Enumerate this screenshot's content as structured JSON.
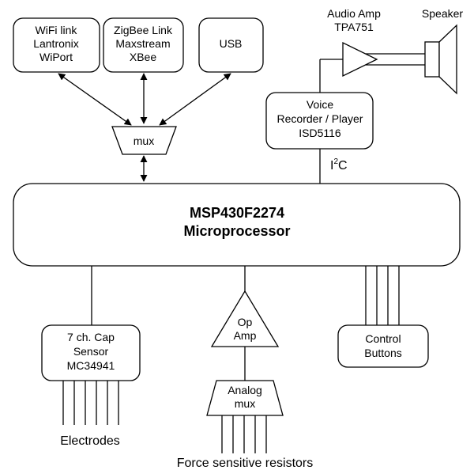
{
  "blocks": {
    "wifi": [
      "WiFi link",
      "Lantronix",
      "WiPort"
    ],
    "zigbee": [
      "ZigBee Link",
      "Maxstream",
      "XBee"
    ],
    "usb": [
      "USB"
    ],
    "mux": [
      "mux"
    ],
    "voice": [
      "Voice",
      "Recorder / Player",
      "ISD5116"
    ],
    "audio_amp": [
      "Audio Amp",
      "TPA751"
    ],
    "speaker": [
      "Speaker"
    ],
    "mcu": [
      "MSP430F2274",
      "Microprocessor"
    ],
    "cap_sensor": [
      "7 ch. Cap",
      "Sensor",
      "MC34941"
    ],
    "op_amp": [
      "Op",
      "Amp"
    ],
    "control": [
      "Control",
      "Buttons"
    ],
    "analog_mux": [
      "Analog",
      "mux"
    ]
  },
  "bus": {
    "i2c_base": "I",
    "i2c_sup": "2",
    "i2c_end": "C"
  },
  "captions": {
    "electrodes": "Electrodes",
    "fsr": "Force sensitive resistors"
  }
}
